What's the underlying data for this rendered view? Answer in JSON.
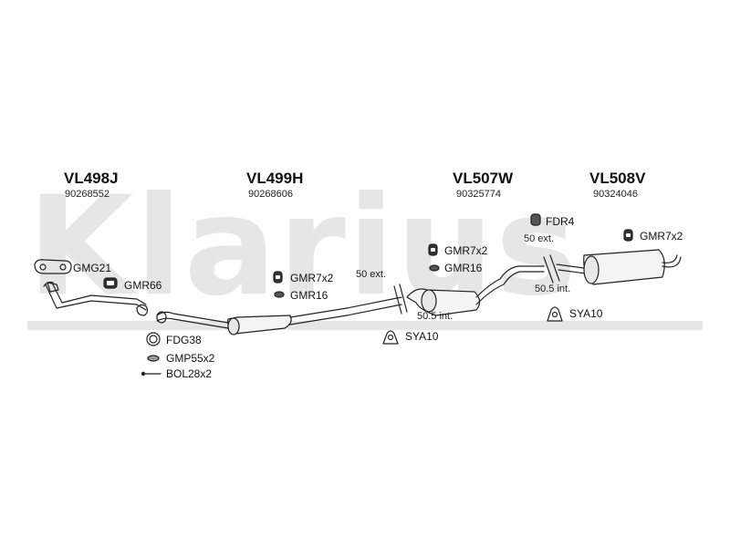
{
  "watermark": {
    "text": "Klarius"
  },
  "sections": [
    {
      "code": "VL498J",
      "oem": "90268552"
    },
    {
      "code": "VL499H",
      "oem": "90268606"
    },
    {
      "code": "VL507W",
      "oem": "90325774"
    },
    {
      "code": "VL508V",
      "oem": "90324046"
    }
  ],
  "parts": {
    "gmg21": "GMG21",
    "gmr66": "GMR66",
    "fdg38": "FDG38",
    "gmp55x2": "GMP55x2",
    "bol28x2": "BOL28x2",
    "gmr7x2_a": "GMR7x2",
    "gmr16_a": "GMR16",
    "gmr7x2_b": "GMR7x2",
    "gmr16_b": "GMR16",
    "sya10_a": "SYA10",
    "fdr4": "FDR4",
    "gmr7x2_c": "GMR7x2",
    "sya10_b": "SYA10"
  },
  "notes": {
    "ext_a": "50 ext.",
    "int_a": "50.5 int.",
    "ext_b": "50 ext.",
    "int_b": "50.5 int."
  },
  "colors": {
    "line": "#222222",
    "watermark": "#e6e6e6"
  }
}
